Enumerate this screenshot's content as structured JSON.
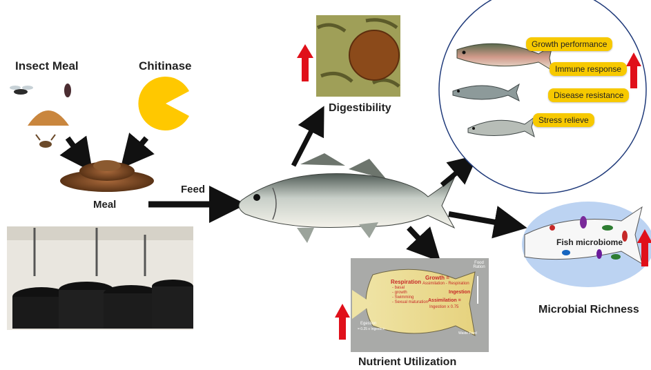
{
  "inputs": {
    "insect_meal": "Insect Meal",
    "chitinase": "Chitinase",
    "meal": "Meal",
    "feed": "Feed"
  },
  "outcomes": {
    "digestibility": "Digestibility",
    "nutrient_utilization": "Nutrient Utilization",
    "microbial_richness": "Microbial Richness",
    "fish_microbiome": "Fish microbiome"
  },
  "benefits": [
    "Growth performance",
    "Immune response",
    "Disease resistance",
    "Stress relieve"
  ],
  "bioenergetics": {
    "food_ration": "Food Ration",
    "respiration": "Respiration",
    "respiration_items": [
      "- basal",
      "- growth",
      "- Swimming",
      "- Sexual maturation"
    ],
    "growth": "Growth =",
    "growth_formula": "Assimilation - Respiration",
    "ingestion": "Ingestion",
    "assimilation": "Assimilation =",
    "assimilation_formula": "Ingestion x 0.75",
    "egestion": "Egestion",
    "egestion_formula": "= 0.25 x Ingestion",
    "waste_feed": "Waste Feed"
  },
  "colors": {
    "pacman": "#ffc800",
    "pill": "#f7c900",
    "red_arrow": "#e0101a",
    "black_arrow": "#111111",
    "microbiome_bg": "#bcd3f2"
  }
}
